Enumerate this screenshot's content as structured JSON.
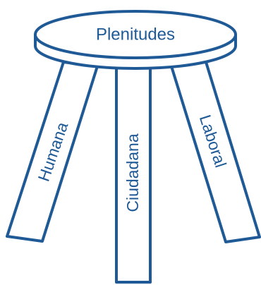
{
  "stool": {
    "seat_label": "Plenitudes",
    "legs": [
      {
        "id": "left",
        "label": "Humana"
      },
      {
        "id": "center",
        "label": "Ciudadana"
      },
      {
        "id": "right",
        "label": "Laboral"
      }
    ]
  },
  "colors": {
    "stroke": "#1f5a96",
    "fill": "#ffffff",
    "text": "#1f5a96"
  }
}
